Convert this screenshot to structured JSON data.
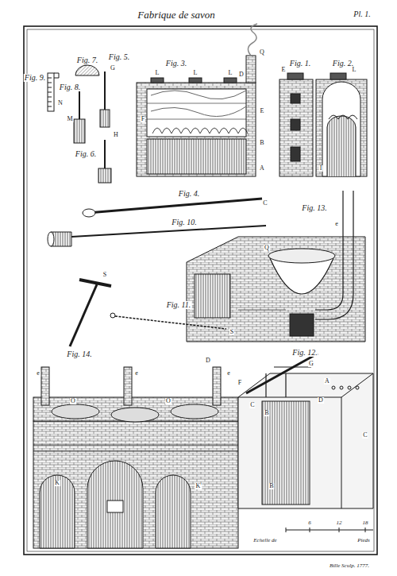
{
  "diagram": {
    "title": "Fabrique de savon",
    "labels": [
      "Pl. 1.",
      "Fig. 7.",
      "Fig. 5.",
      "Fig. 9.",
      "Fig. 8.",
      "Fig. 6.",
      "Fig. 3.",
      "Fig. 1.",
      "Fig. 2.",
      "N",
      "M",
      "G",
      "H",
      "L",
      "L",
      "L",
      "Q",
      "D",
      "E",
      "F",
      "B",
      "A",
      "E",
      "L",
      "I",
      "Fig. 4.",
      "C",
      "Fig. 10.",
      "Fig. 13.",
      "Q",
      "e",
      "S",
      "Fig. 11.",
      "S",
      "Fig. 14.",
      "D",
      "e",
      "e",
      "e",
      "O",
      "O",
      "K",
      "K'",
      "Fig. 12.",
      "F",
      "G",
      "A",
      "D",
      "C",
      "B",
      "B",
      "C",
      "Echelle de",
      "6",
      "12",
      "18",
      "Pieds",
      "Bille Sculp. 1777."
    ]
  }
}
